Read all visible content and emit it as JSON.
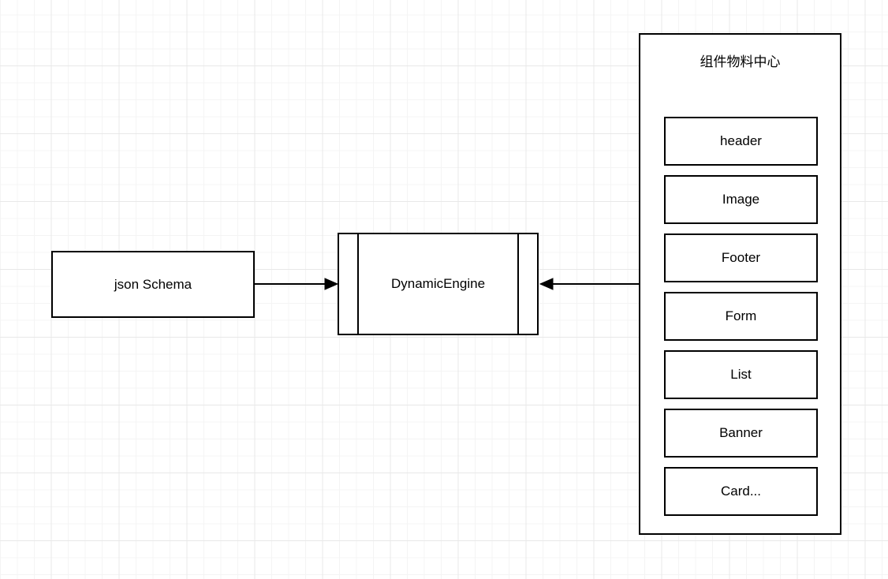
{
  "diagram": {
    "json_schema": {
      "label": "json Schema"
    },
    "dynamic_engine": {
      "label": "DynamicEngine"
    },
    "material_center": {
      "title": "组件物料中心",
      "components": [
        "header",
        "Image",
        "Footer",
        "Form",
        "List",
        "Banner",
        "Card..."
      ]
    },
    "edges": [
      {
        "from": "json Schema",
        "to": "DynamicEngine",
        "arrow_points": "right"
      },
      {
        "from": "组件物料中心",
        "to": "DynamicEngine",
        "arrow_points": "left"
      }
    ],
    "colors": {
      "stroke": "#000000",
      "node_fill": "#ffffff",
      "background": "#ffffff",
      "grid_minor": "#f4f4f4",
      "grid_major": "#e8e8e8"
    }
  }
}
